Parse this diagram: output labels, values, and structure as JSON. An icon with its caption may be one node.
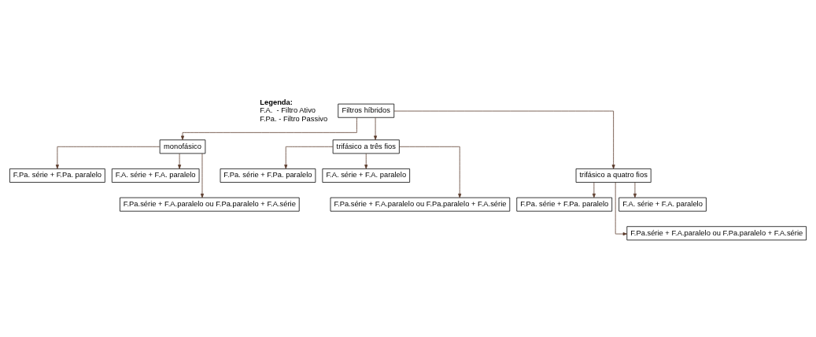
{
  "diagram": {
    "nodes": [
      {
        "text": [
          "Filtros híbridos"
        ]
      },
      {
        "text": [
          "monofásico"
        ]
      },
      {
        "text": [
          "trifásico a três fios"
        ]
      },
      {
        "text": [
          "trifásico a quatro fios"
        ]
      },
      {
        "text": [
          "F.Pa. série + F.Pa. paralelo"
        ]
      },
      {
        "text": [
          "F.A. série + F.A. paralelo"
        ]
      },
      {
        "text": [
          "F.Pa. série + F.Pa. paralelo"
        ]
      },
      {
        "text": [
          "F.A. série + F.A. paralelo"
        ]
      },
      {
        "text": [
          "F.Pa. série + F.Pa. paralelo"
        ]
      },
      {
        "text": [
          "F.A. série + F.A. paralelo"
        ]
      },
      {
        "text": [
          "F.Pa.série + F.A.paralelo ou F.Pa.paralelo + F.A.série"
        ]
      },
      {
        "text": [
          "F.Pa.série + F.A.paralelo ou F.Pa.paralelo + F.A.série"
        ]
      },
      {
        "text": [
          "F.Pa.série + F.A.paralelo ou F.Pa.paralelo + F.A.série"
        ]
      }
    ],
    "edges": [
      {
        "from": 0,
        "to": 1,
        "arrow": "to"
      },
      {
        "from": 0,
        "to": 2,
        "arrow": "to"
      },
      {
        "from": 0,
        "to": 3,
        "arrow": "to"
      },
      {
        "from": 1,
        "to": 4,
        "arrow": "to"
      },
      {
        "from": 1,
        "to": 5,
        "arrow": "to"
      },
      {
        "from": 1,
        "to": 10,
        "arrow": "to"
      },
      {
        "from": 2,
        "to": 6,
        "arrow": "to"
      },
      {
        "from": 2,
        "to": 7,
        "arrow": "to"
      },
      {
        "from": 2,
        "to": 11,
        "arrow": "to"
      },
      {
        "from": 3,
        "to": 8,
        "arrow": "to"
      },
      {
        "from": 3,
        "to": 9,
        "arrow": "to"
      },
      {
        "from": 3,
        "to": 12,
        "arrow": "to"
      }
    ],
    "labels": [
      "Legenda:",
      "F.A.  - Filtro Ativo",
      "F.Pa. - Filtro Passivo"
    ]
  }
}
